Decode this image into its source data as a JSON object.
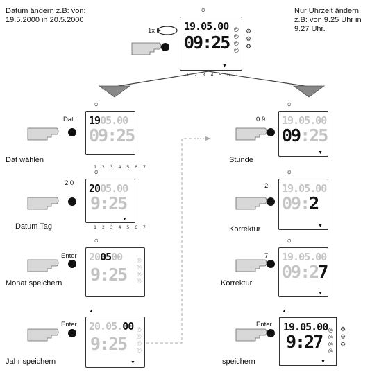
{
  "header": {
    "left_lines": [
      "Datum ändern z.B: von:",
      "19.5.2000 in 20.5.2000"
    ],
    "right_lines": [
      "Nur Uhrzeit ändern",
      "z.B: von 9.25 Uhr in",
      "9.27 Uhr."
    ],
    "rotation_label": "1x"
  },
  "main_display": {
    "date": "19.05.00",
    "time": "09:25",
    "days": "1 2 3 4 5 6 7"
  },
  "left_steps": [
    {
      "key": "Dat.",
      "caption": "Dat wählen",
      "date_on": "19",
      "date_off": "05.00",
      "time": "09:25",
      "days": "1 2 3 4 5 6 7"
    },
    {
      "key": "2 0",
      "caption": "Datum Tag",
      "date_on": "20",
      "date_off": "05.00",
      "time": "9:25",
      "days": "1 2 3 4 5 6 7"
    },
    {
      "key": "Enter",
      "caption": "Monat speichern",
      "date_pre": "20",
      "date_on": "05",
      "date_off": "00",
      "time": "9:25"
    },
    {
      "key": "Enter",
      "caption": "Jahr speichern",
      "date_pre": "20.05.",
      "date_on": "00",
      "time": "9:25"
    }
  ],
  "right_steps": [
    {
      "key": "0 9",
      "caption": "Stunde",
      "date": "19.05.00",
      "time_on": "09",
      "time_off": ":25"
    },
    {
      "key": "2",
      "caption": "Korrektur",
      "date": "19.05.00",
      "time_off": "09:",
      "time_on": "2"
    },
    {
      "key": "7",
      "caption": "Korrektur",
      "date": "19.05.00",
      "time_off": "09:2",
      "time_on": "7"
    },
    {
      "key": "Enter",
      "caption": "speichern",
      "date": "19.05.00",
      "time": "9:27"
    }
  ]
}
